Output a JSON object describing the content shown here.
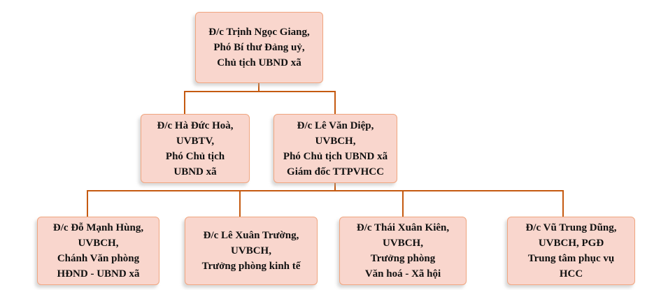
{
  "org_chart": {
    "root": {
      "lines": [
        "Đ/c Trịnh Ngọc Giang,",
        "Phó Bí thư Đảng uỷ,",
        "Chủ tịch UBND xã"
      ]
    },
    "deputies": [
      {
        "lines": [
          "Đ/c Hà Đức Hoà,",
          "UVBTV,",
          "Phó Chủ tịch",
          "UBND xã"
        ]
      },
      {
        "lines": [
          "Đ/c Lê Văn Diệp,",
          "UVBCH,",
          "Phó Chủ tịch UBND xã",
          "Giám đốc TTPVHCC"
        ]
      }
    ],
    "heads": [
      {
        "lines": [
          "Đ/c Đỗ Mạnh Hùng,",
          "UVBCH,",
          "Chánh Văn phòng",
          "HĐND - UBND xã"
        ]
      },
      {
        "lines": [
          "Đ/c Lê Xuân Trường,",
          "UVBCH,",
          "Trưởng phòng kinh tế"
        ]
      },
      {
        "lines": [
          "Đ/c Thái Xuân Kiên,",
          "UVBCH,",
          "Trưởng phòng",
          "Văn hoá - Xã hội"
        ]
      },
      {
        "lines": [
          "Đ/c Vũ Trung Dũng,",
          "UVBCH, PGĐ",
          "Trung tâm phục vụ",
          "HCC"
        ]
      }
    ],
    "colors": {
      "box_fill": "#f9d6cd",
      "box_border": "#f0a57f",
      "connector": "#c55a11"
    }
  }
}
